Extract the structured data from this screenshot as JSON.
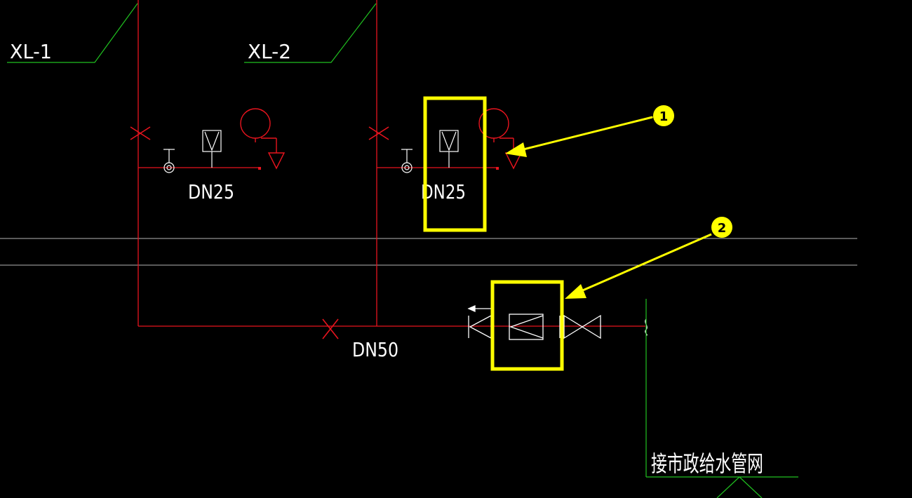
{
  "labels": {
    "riser_1": "XL-1",
    "riser_2": "XL-2",
    "branch_1_size": "DN25",
    "branch_2_size": "DN25",
    "main_size": "DN50",
    "municipal": "接市政给水管网"
  },
  "callouts": {
    "one": "1",
    "two": "2"
  },
  "colors": {
    "background": "#000000",
    "pipe": "#e8141e",
    "leader": "#20c020",
    "symbol": "#ffffff",
    "highlight": "#ffff00",
    "grid_line": "#b4b4b4"
  }
}
